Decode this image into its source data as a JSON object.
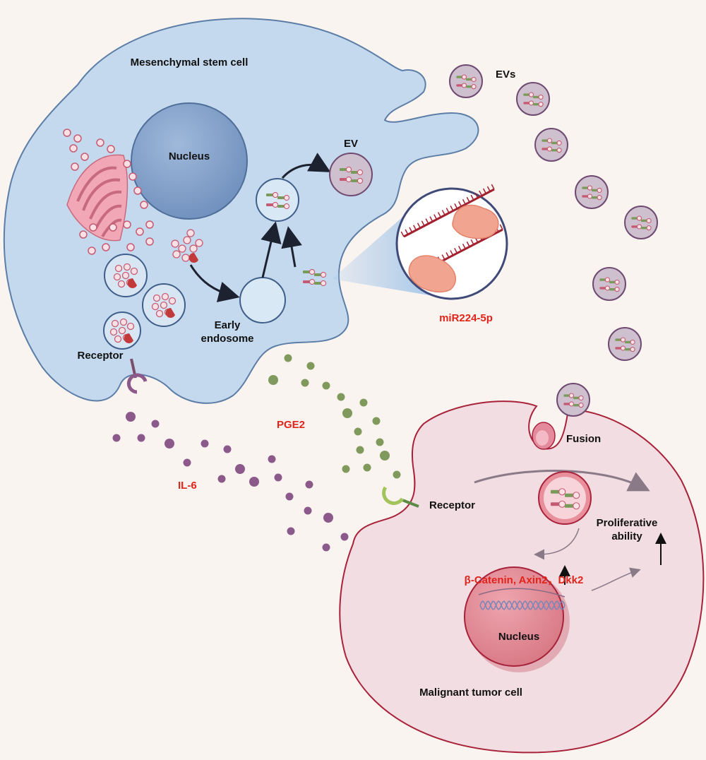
{
  "labels": {
    "msc": "Mesenchymal stem cell",
    "nucleus_msc": "Nucleus",
    "ev": "EV",
    "evs": "EVs",
    "early_endosome_line1": "Early",
    "early_endosome_line2": "endosome",
    "receptor_msc": "Receptor",
    "mirna": "miR224-5p",
    "pge2": "PGE2",
    "il6": "IL-6",
    "fusion": "Fusion",
    "receptor_tumor": "Receptor",
    "proliferative_line1": "Proliferative",
    "proliferative_line2": "ability",
    "genes": "β-Catenin, Axin2，Dkk2",
    "nucleus_tumor": "Nucleus",
    "tumor": "Malignant tumor cell"
  },
  "colors": {
    "background": "#faf4f0",
    "msc_fill": "#c5d9ee",
    "msc_stroke": "#5c7ea6",
    "nucleus_msc": "#7f9fc7",
    "tumor_fill": "#f1dde2",
    "tumor_stroke": "#a8223a",
    "tumor_nucleus": "#e08a95",
    "ev_fill": "#cfc0cf",
    "ev_stroke": "#6f4a71",
    "il6_dot": "#8b5a8a",
    "pge2_dot": "#7f9a5c",
    "golgi": "#f2a7b6",
    "red_label": "#e2231a"
  }
}
